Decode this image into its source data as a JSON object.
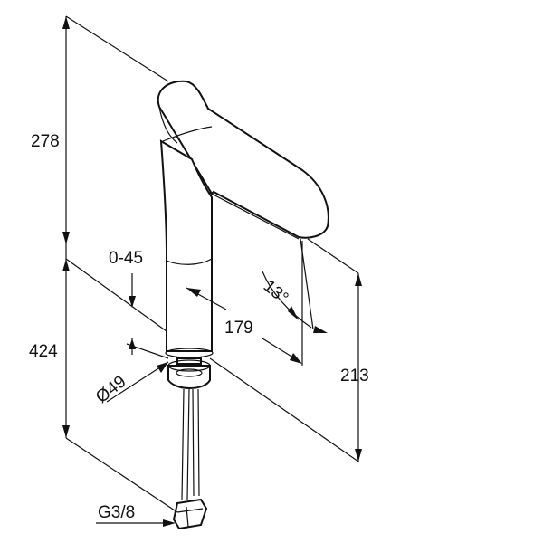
{
  "dimensions": {
    "height_total": "278",
    "adjust_range": "0-45",
    "height_overall": "424",
    "spout_reach": "179",
    "spout_height": "213",
    "spout_angle": "13°",
    "base_diameter": "Ø49",
    "connection": "G3/8"
  }
}
